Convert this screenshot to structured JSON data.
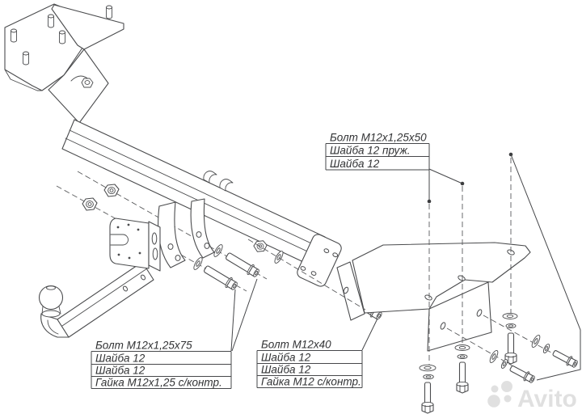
{
  "image": {
    "type": "technical assembly drawing",
    "subject": "tow hitch (towbar) installation exploded diagram",
    "background_color": "#ffffff",
    "line_color": "#4b4c4e"
  },
  "callouts": {
    "bolt_m12x50": {
      "rows": [
        "Болт М12х1,25х50",
        "Шайба 12 пруж.",
        "Шайба 12"
      ]
    },
    "bolt_m12x75": {
      "rows": [
        "Болт М12х1,25х75",
        "Шайба 12",
        "Шайба 12",
        "Гайка М12х1,25 с/контр."
      ]
    },
    "bolt_m12x40": {
      "rows": [
        "Болт М12х40",
        "Шайба 12",
        "Шайба 12",
        "Гайка М12 с/контр."
      ]
    }
  },
  "watermark": {
    "text": "Avito",
    "logo": "avito-dots-icon"
  }
}
